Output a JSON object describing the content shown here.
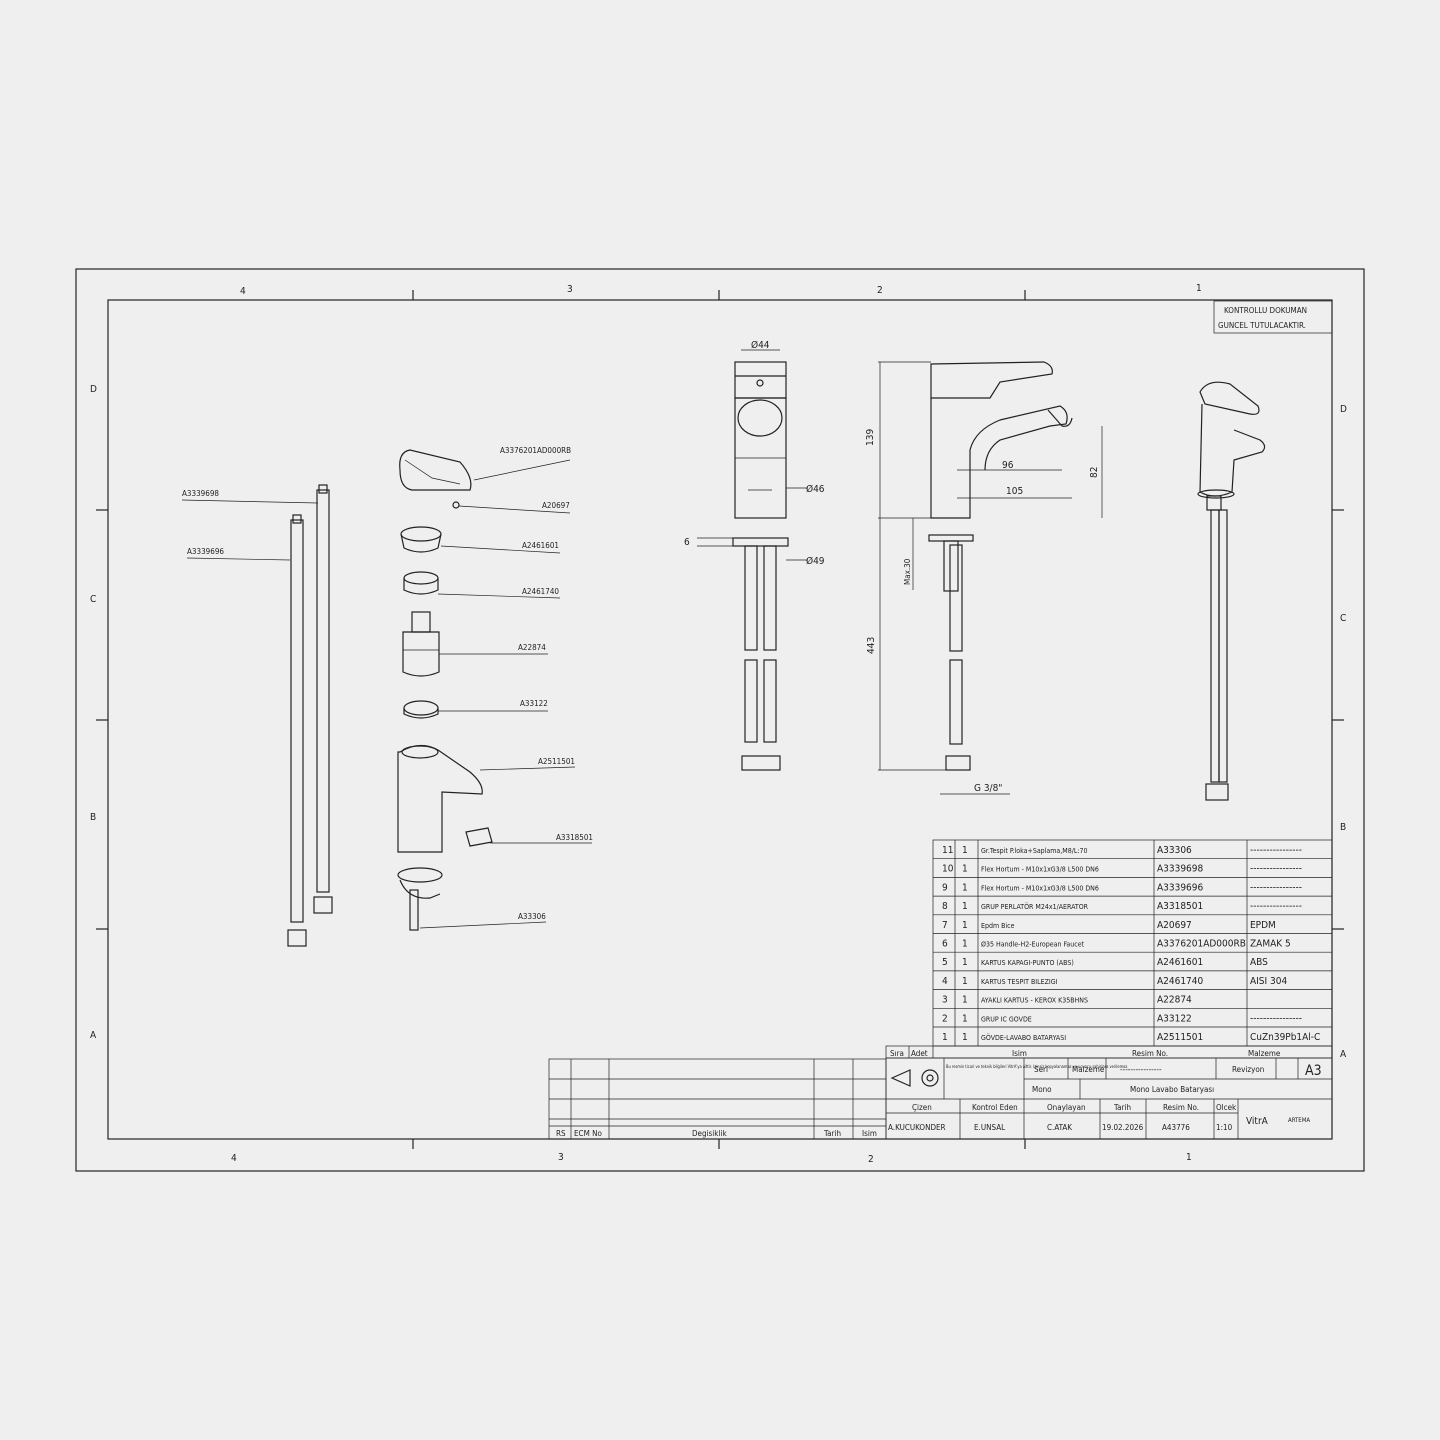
{
  "grid": {
    "columns_top": [
      "4",
      "3",
      "2",
      "1"
    ],
    "columns_bottom": [
      "4",
      "3",
      "2",
      "1"
    ],
    "rows_left": [
      "D",
      "C",
      "B",
      "A"
    ],
    "rows_right": [
      "D",
      "C",
      "B",
      "A"
    ]
  },
  "stamp": {
    "line1": "KONTROLLU DOKUMAN",
    "line2": "GUNCEL TUTULACAKTIR."
  },
  "callouts": [
    {
      "code": "A3376201AD000RB"
    },
    {
      "code": "A20697"
    },
    {
      "code": "A2461601"
    },
    {
      "code": "A2461740"
    },
    {
      "code": "A22874"
    },
    {
      "code": "A33122"
    },
    {
      "code": "A2511501"
    },
    {
      "code": "A3318501"
    },
    {
      "code": "A33306"
    },
    {
      "code": "A3339698"
    },
    {
      "code": "A3339696"
    }
  ],
  "dimensions": {
    "d44": "Ø44",
    "d46": "Ø46",
    "d49": "Ø49",
    "six": "6",
    "h139": "139",
    "w96": "96",
    "w105": "105",
    "h82": "82",
    "max30": "Max.30",
    "h443": "443",
    "thread": "G 3/8\""
  },
  "bom": [
    {
      "no": "11",
      "qty": "1",
      "name": "Gr.Tespit P.loka+Saplama,M8/L:70",
      "code": "A33306",
      "material": "----------------"
    },
    {
      "no": "10",
      "qty": "1",
      "name": "Flex Hortum - M10x1xG3/8 L500 DN6",
      "code": "A3339698",
      "material": "----------------"
    },
    {
      "no": "9",
      "qty": "1",
      "name": "Flex Hortum - M10x1xG3/8 L500 DN6",
      "code": "A3339696",
      "material": "----------------"
    },
    {
      "no": "8",
      "qty": "1",
      "name": "GRUP PERLATÖR M24x1/AERATOR",
      "code": "A3318501",
      "material": "----------------"
    },
    {
      "no": "7",
      "qty": "1",
      "name": "Epdm Bice",
      "code": "A20697",
      "material": "EPDM"
    },
    {
      "no": "6",
      "qty": "1",
      "name": "Ø35 Handle-H2-European Faucet",
      "code": "A3376201AD000RB",
      "material": "ZAMAK 5"
    },
    {
      "no": "5",
      "qty": "1",
      "name": "KARTUS KAPAGI-PUNTO (ABS)",
      "code": "A2461601",
      "material": "ABS"
    },
    {
      "no": "4",
      "qty": "1",
      "name": "KARTUS TESPIT BILEZIGI",
      "code": "A2461740",
      "material": "AISI 304"
    },
    {
      "no": "3",
      "qty": "1",
      "name": "AYAKLI KARTUS - KEROX K35BHNS",
      "code": "A22874",
      "material": ""
    },
    {
      "no": "2",
      "qty": "1",
      "name": "GRUP IC GOVDE",
      "code": "A33122",
      "material": "----------------"
    },
    {
      "no": "1",
      "qty": "1",
      "name": "GÖVDE-LAVABO BATARYASI",
      "code": "A2511501",
      "material": "CuZn39Pb1Al-C"
    }
  ],
  "bom_header": {
    "sira": "Sıra",
    "adet": "Adet",
    "isim": "Isim",
    "resim_no": "Resim No.",
    "malzeme": "Malzeme"
  },
  "revision_table": {
    "rs": "RS",
    "ecm": "ECM No",
    "degisiklik": "Degisiklik",
    "tarih": "Tarih",
    "isim": "Isim"
  },
  "title_block": {
    "seri": "Seri",
    "malzeme": "Malzeme",
    "malzeme_value": "----------------",
    "revizyon": "Revizyon",
    "size": "A3",
    "mono": "Mono",
    "title": "Mono Lavabo Bataryası",
    "cizen": "Çizen",
    "kontrol": "Kontrol Eden",
    "onaylayan": "Onaylayan",
    "tarih": "Tarih",
    "resim_no": "Resim No.",
    "olcek": "Olcek",
    "cizen_v": "A.KUCUKONDER",
    "kontrol_v": "E.UNSAL",
    "onaylayan_v": "C.ATAK",
    "tarih_v": "19.02.2026",
    "resim_no_v": "A43776",
    "olcek_v": "1:10",
    "brand1": "VitrA",
    "brand2": "ARTEMA",
    "note": "Bu resmin ticari ve teknik bilgileri VitrA'ya aittir. Izinsiz kopyalanamaz ve ucuncu sahislara verilemez."
  }
}
